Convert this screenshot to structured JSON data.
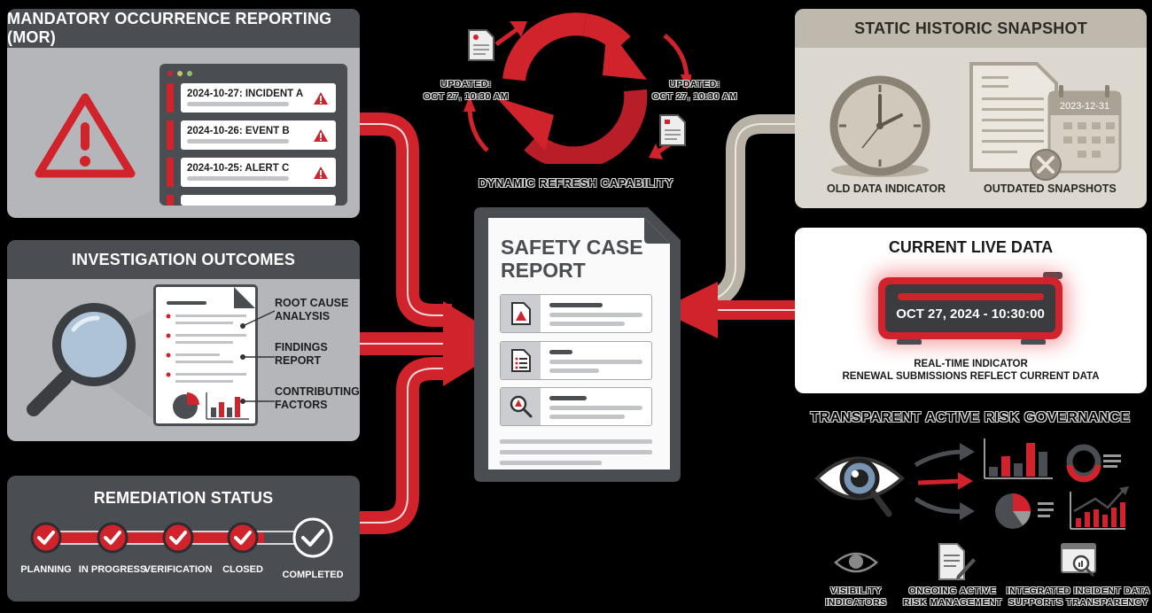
{
  "mor": {
    "title": "MANDATORY OCCURRENCE REPORTING (MOR)",
    "entries": [
      {
        "label": "2024-10-27: INCIDENT A"
      },
      {
        "label": "2024-10-26: EVENT B"
      },
      {
        "label": "2024-10-25: ALERT C"
      }
    ],
    "window_dot_colors": [
      "#d0232c",
      "#c8c46a",
      "#8fc06a"
    ]
  },
  "investigation": {
    "title": "INVESTIGATION OUTCOMES",
    "callouts": [
      {
        "line1": "ROOT CAUSE",
        "line2": "ANALYSIS"
      },
      {
        "line1": "FINDINGS",
        "line2": "REPORT"
      },
      {
        "line1": "CONTRIBUTING",
        "line2": "FACTORS"
      }
    ]
  },
  "remediation": {
    "title": "REMEDIATION STATUS",
    "steps": [
      {
        "label": "PLANNING",
        "done": true
      },
      {
        "label": "IN PROGRESS",
        "done": true
      },
      {
        "label": "VERIFICATION",
        "done": true
      },
      {
        "label": "CLOSED",
        "done": true
      },
      {
        "label": "COMPLETED",
        "done": false
      }
    ]
  },
  "refresh": {
    "title": "DYNAMIC REFRESH CAPABILITY",
    "left_update": {
      "line1": "UPDATED:",
      "line2": "OCT 27, 10:30 AM"
    },
    "right_update": {
      "line1": "UPDATED:",
      "line2": "OCT 27, 10:30 AM"
    }
  },
  "report": {
    "title_line1": "SAFETY CASE",
    "title_line2": "REPORT"
  },
  "static_snapshot": {
    "title": "STATIC HISTORIC SNAPSHOT",
    "calendar_date": "2023-12-31",
    "captions": [
      "OLD DATA INDICATOR",
      "OUTDATED SNAPSHOTS"
    ]
  },
  "live_data": {
    "title": "CURRENT LIVE DATA",
    "timestamp": "OCT 27, 2024 - 10:30:00",
    "subtitle_line1": "REAL-TIME INDICATOR",
    "subtitle_line2": "RENEWAL SUBMISSIONS REFLECT CURRENT DATA"
  },
  "governance": {
    "title": "TRANSPARENT ACTIVE RISK GOVERNANCE",
    "items": [
      {
        "line1": "VISIBILITY",
        "line2": "INDICATORS"
      },
      {
        "line1": "ONGOING ACTIVE",
        "line2": "RISK MANAGEMENT"
      },
      {
        "line1": "INTEGRATED INCIDENT DATA",
        "line2": "SUPPORTS TRANSPARENCY"
      }
    ]
  },
  "colors": {
    "accent_red": "#d0232c",
    "dark_grey": "#4a4d52",
    "panel_grey": "#b4b6ba",
    "sepia": "#dcd8cf"
  }
}
